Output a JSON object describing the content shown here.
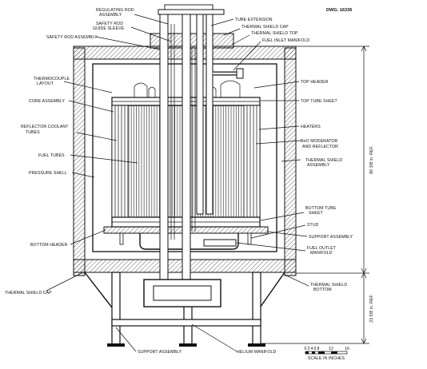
{
  "drawing_number": "DWG. 16336",
  "labels": {
    "regulating_rod_assembly": [
      "REGULATING ROD",
      "ASSEMBLY"
    ],
    "safety_rod_guide_sleeve": [
      "SAFETY ROD",
      "GUIDE SLEEVE"
    ],
    "safety_rod_assembly": "SAFETY ROD ASSEMBLY",
    "tube_extension": "TUBE EXTENSION",
    "thermal_shield_cap_top": "THERMAL SHIELD CAP",
    "thermal_shield_top": "THERMAL SHIELD TOP",
    "fuel_inlet_manifold": "FUEL INLET MANIFOLD",
    "thermocouple_layout": [
      "THERMOCOUPLE",
      "LAYOUT"
    ],
    "top_header": "TOP HEADER",
    "core_assembly": "CORE ASSEMBLY",
    "top_tube_sheet": "TOP TUBE SHEET",
    "reflector_coolant_tubes": [
      "REFLECTOR COOLANT",
      "TUBES"
    ],
    "heaters": "HEATERS",
    "fuel_tubes": "FUEL TUBES",
    "beo_moderator": [
      "BeO MODERATOR",
      "AND REFLECTOR"
    ],
    "pressure_shell": "PRESSURE SHELL",
    "thermal_shield_assembly": [
      "THERMAL SHIELD",
      "ASSEMBLY"
    ],
    "bottom_tube_sheet": [
      "BOTTOM TUBE",
      "SHEET"
    ],
    "stud": "STUD",
    "bottom_header": "BOTTOM HEADER",
    "support_assembly_right": "SUPPORT ASSEMBLY",
    "fuel_outlet_manifold": [
      "FUEL OUTLET",
      "MANIFOLD"
    ],
    "thermal_shield_cap_left": "THERMAL SHIELD CAP",
    "thermal_shield_bottom": [
      "THERMAL SHIELD",
      "BOTTOM"
    ],
    "support_assembly_bottom": "SUPPORT ASSEMBLY",
    "helium_manifold": "HELIUM MANIFOLD"
  },
  "dimensions": {
    "upper": "80 3/8 in. REF.",
    "lower": "23 5/8 in. REF."
  },
  "scale": {
    "ticks": [
      "0",
      "2",
      "4",
      "6",
      "8",
      "12",
      "16"
    ],
    "caption": "SCALE IN INCHES"
  }
}
